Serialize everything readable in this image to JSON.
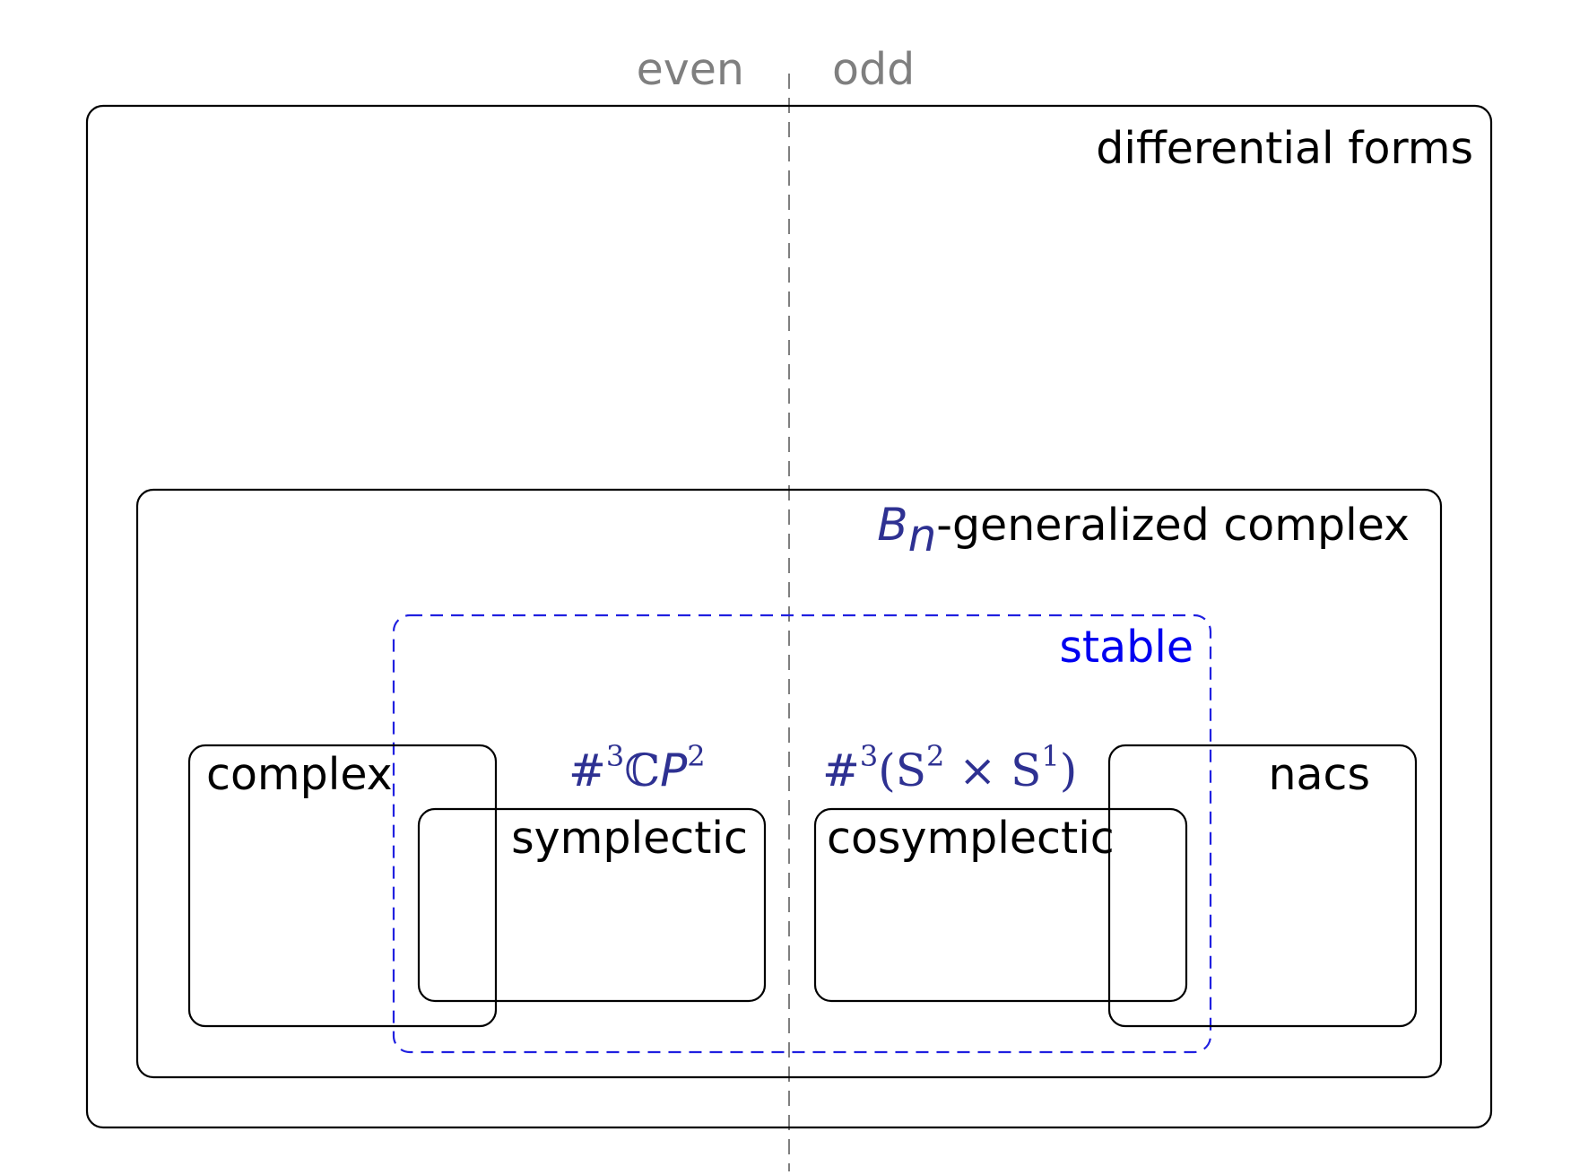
{
  "axis": {
    "left_label": "even",
    "right_label": "odd"
  },
  "regions": {
    "differential_forms": "differential forms",
    "bn_symbol": "B",
    "bn_subscript": "n",
    "bn_rest": "-generalized complex",
    "stable": "stable",
    "complex": "complex",
    "symplectic": "symplectic",
    "cosymplectic": "cosymplectic",
    "nacs": "nacs"
  },
  "examples": {
    "even_example": {
      "hash": "#",
      "hash_exp": "3",
      "field": "ℂ",
      "space": "P",
      "space_exp": "2"
    },
    "odd_example": {
      "hash": "#",
      "hash_exp": "3",
      "open": "(",
      "s1": "S",
      "s1_exp": "2",
      "times": " × ",
      "s2": "S",
      "s2_exp": "1",
      "close": ")"
    }
  },
  "colors": {
    "text": "#000000",
    "axis_text": "#7f7f7f",
    "stable": "#0000f0",
    "math": "#2e3192"
  }
}
